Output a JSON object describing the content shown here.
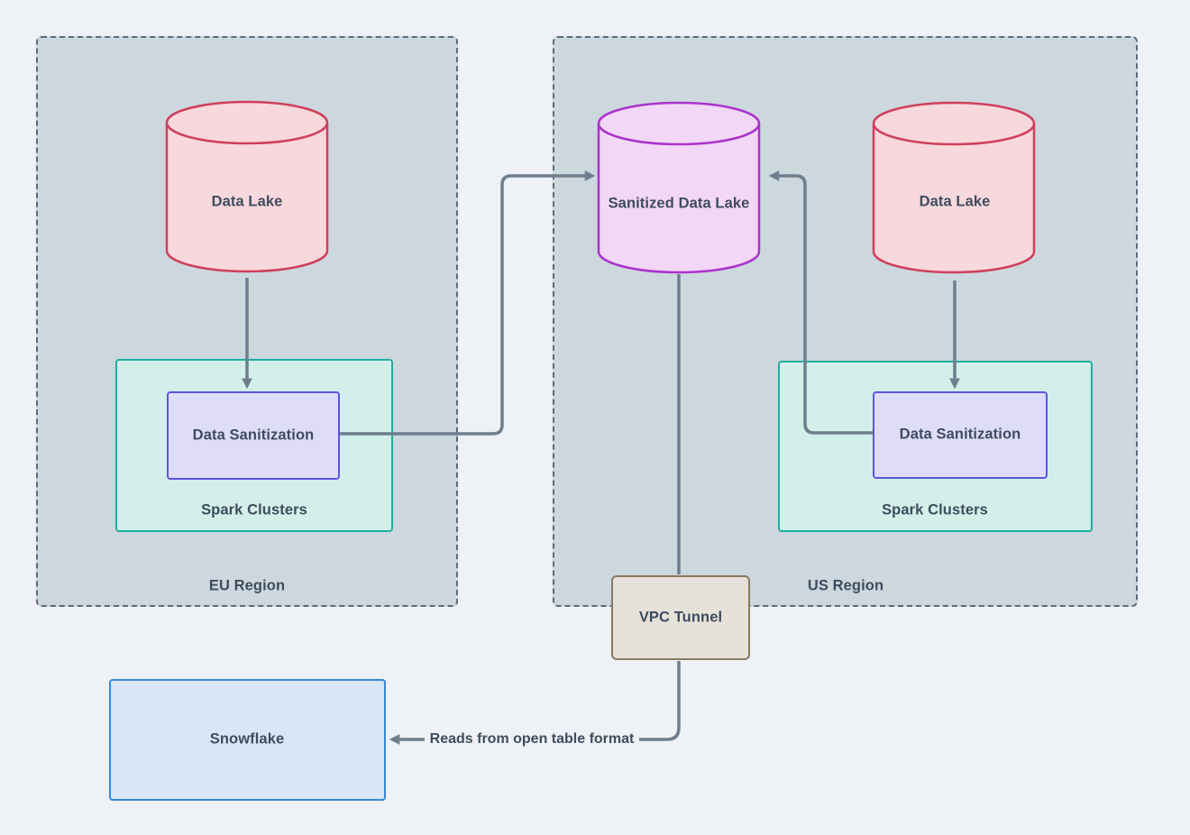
{
  "diagram": {
    "regions": {
      "eu": {
        "label": "EU Region"
      },
      "us": {
        "label": "US Region"
      }
    },
    "nodes": {
      "eu_data_lake": {
        "label": "Data Lake",
        "shape": "cylinder"
      },
      "eu_spark": {
        "label": "Spark Clusters",
        "shape": "container"
      },
      "eu_sanitization": {
        "label": "Data Sanitization",
        "shape": "rect"
      },
      "sanitized_lake": {
        "label": "Sanitized Data Lake",
        "shape": "cylinder"
      },
      "us_data_lake": {
        "label": "Data Lake",
        "shape": "cylinder"
      },
      "us_spark": {
        "label": "Spark Clusters",
        "shape": "container"
      },
      "us_sanitization": {
        "label": "Data Sanitization",
        "shape": "rect"
      },
      "vpc_tunnel": {
        "label": "VPC Tunnel",
        "shape": "rect"
      },
      "snowflake": {
        "label": "Snowflake",
        "shape": "rect"
      }
    },
    "edges": {
      "eu_lake_to_sanitization": {
        "from": "eu_data_lake",
        "to": "eu_sanitization",
        "label": ""
      },
      "eu_sanitization_to_sanitized_lake": {
        "from": "eu_sanitization",
        "to": "sanitized_lake",
        "label": ""
      },
      "us_lake_to_sanitization": {
        "from": "us_data_lake",
        "to": "us_sanitization",
        "label": ""
      },
      "us_sanitization_to_sanitized_lake": {
        "from": "us_sanitization",
        "to": "sanitized_lake",
        "label": ""
      },
      "sanitized_lake_to_vpc": {
        "from": "sanitized_lake",
        "to": "vpc_tunnel",
        "label": ""
      },
      "vpc_to_snowflake": {
        "from": "vpc_tunnel",
        "to": "snowflake",
        "label": "Reads from open table format"
      }
    },
    "colors": {
      "canvas_bg": "#eef1f5",
      "region_fill": "#cdd7de",
      "region_border": "#5b6b7b",
      "data_lake_fill": "#f7d8dc",
      "data_lake_border": "#cf3f5c",
      "sanitized_lake_fill": "#f2d7f6",
      "sanitized_lake_border": "#aa33cc",
      "spark_fill": "#d2efe9",
      "spark_border": "#1fae9f",
      "sanitization_fill": "#dfdcfa",
      "sanitization_border": "#5c55e0",
      "vpc_fill": "#e6e2da",
      "vpc_border": "#8a7a60",
      "snowflake_fill": "#d8e6f6",
      "snowflake_border": "#3787d8",
      "connector": "#6e7e8d",
      "text": "#3e4c5e"
    }
  }
}
